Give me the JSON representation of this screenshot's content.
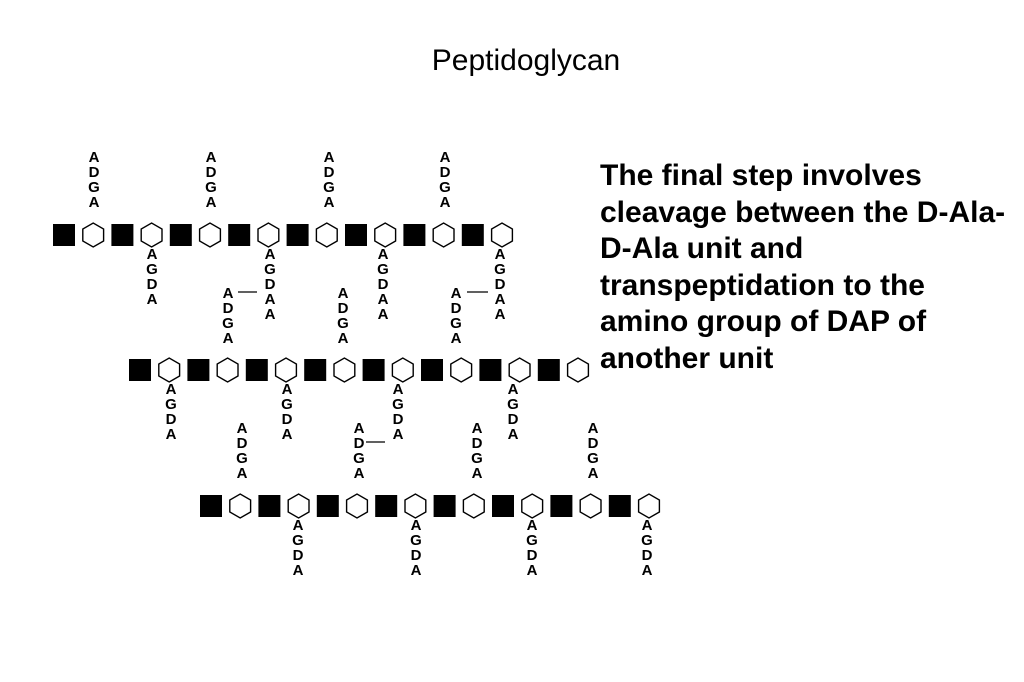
{
  "title": "Peptidoglycan",
  "caption": "The final step involves cleavage between the D-Ala-D-Ala unit and transpeptidation to the amino group of DAP of another unit",
  "peptide": {
    "up": [
      "A",
      "D",
      "G",
      "A"
    ],
    "down": [
      "A",
      "G",
      "D",
      "A"
    ],
    "down_with_dala": [
      "A",
      "G",
      "D",
      "A",
      "A"
    ]
  },
  "legend_symbols": {
    "square": "black square sugar unit",
    "hexagon": "open hexagon sugar unit"
  },
  "colors": {
    "ink": "#000000",
    "background": "#ffffff"
  }
}
